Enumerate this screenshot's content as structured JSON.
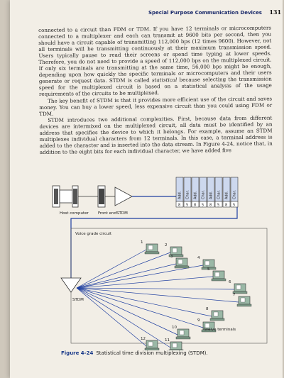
{
  "header": {
    "title": "Special Purpose Communication Devices",
    "page_number": "131"
  },
  "paragraphs": [
    {
      "indent": false,
      "text": "connected to a circuit than FDM or TDM. If you have 12 terminals or microcomputers connected to a multiplexer and each can transmit at 9600 bits per second, then you should have a circuit capable of transmitting 112,000 bps (12 times 9600). However, not all terminals will be transmitting continuously at their maximum transmission speed. Users typically pause to read their screens or spend time typing at lower speeds. Therefore, you do not need to provide a speed of 112,000 bps on the multiplexed circuit. If only six terminals are transmitting at the same time, 56,000 bps might be enough, depending upon how quickly the specific terminals or microcomputers and their users generate or request data. STDM is called",
      "em": "statistical",
      "text_after": "because selecting the transmission speed for the multiplexed circuit is based on a statistical analysis of the usage requirements of the circuits to be multiplexed."
    },
    {
      "indent": true,
      "text": "The key benefit of STDM is that it provides more efficient use of the circuit and saves money. You can buy a lower speed, less expensive circuit than you could using FDM or TDM."
    },
    {
      "indent": true,
      "text": "STDM introduces two additional complexities. First, because data from different devices are intermixed on the multiplexed circuit, all data must be identified by an address that specifies the device to which it belongs. For example, assume an STDM multiplexes individual characters from 12 terminals. In this case, a terminal address is added to the character and is inserted into the data stream. In Figure 4-24, notice that, in addition to the eight bits for each individual character, we have added five"
    }
  ],
  "figure": {
    "host_label": "Host computer",
    "front_end_label": "Front end",
    "stdm_top_label": "STDM",
    "stdm_bottom_label": "STDM",
    "voice_label": "Voice grade circuit",
    "terminals_label": "Twelve terminals",
    "frame": [
      {
        "top": "Char.",
        "addr": "Add.",
        "bits": "8"
      },
      {
        "top": "Char.",
        "addr": "Add.",
        "bits": "5"
      },
      {
        "top": "Char.",
        "addr": "Add.",
        "bits": "8"
      },
      {
        "top": "Char.",
        "addr": "Add.",
        "bits": "5"
      },
      {
        "top": "Char.",
        "addr": "Add.",
        "bits": "8"
      },
      {
        "top": "Char.",
        "addr": "Add.",
        "bits": "5"
      },
      {
        "top": "Char.",
        "addr": "Add.",
        "bits": "8"
      },
      {
        "top": "Char.",
        "addr": "Add.",
        "bits": "5"
      }
    ],
    "terminals": [
      "1",
      "2",
      "3",
      "4",
      "5",
      "6",
      "7",
      "8",
      "9",
      "10",
      "11",
      "12"
    ]
  },
  "caption": {
    "label": "Figure 4-24",
    "text": "Statistical time division multiplexing (STDM)."
  },
  "colors": {
    "ink_blue": "#1a2a6a",
    "line_blue": "#1f3fa0",
    "terminal_green": "#9ab8a6",
    "frame_blue": "#cdd8ee"
  }
}
